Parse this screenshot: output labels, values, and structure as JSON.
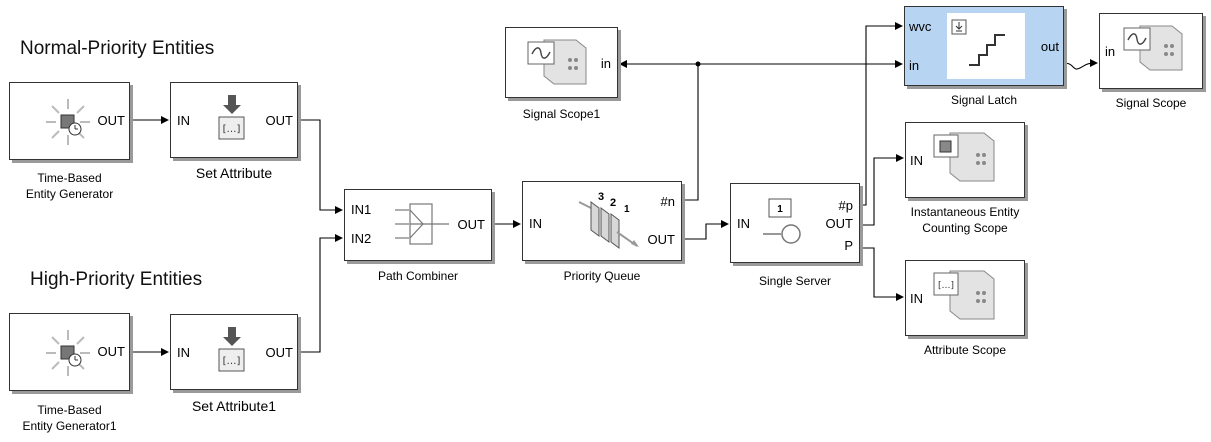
{
  "headings": {
    "normal": "Normal-Priority Entities",
    "high": "High-Priority Entities"
  },
  "blocks": {
    "gen1": {
      "label_line1": "Time-Based",
      "label_line2": "Entity Generator",
      "port_out": "OUT"
    },
    "gen2": {
      "label_line1": "Time-Based",
      "label_line2": "Entity Generator1",
      "port_out": "OUT"
    },
    "setattr": {
      "label": "Set Attribute",
      "port_in": "IN",
      "port_out": "OUT",
      "icon_text": "[…]"
    },
    "setattr1": {
      "label": "Set Attribute1",
      "port_in": "IN",
      "port_out": "OUT",
      "icon_text": "[…]"
    },
    "combiner": {
      "label": "Path Combiner",
      "port_in1": "IN1",
      "port_in2": "IN2",
      "port_out": "OUT"
    },
    "queue": {
      "label": "Priority Queue",
      "port_in": "IN",
      "port_n": "#n",
      "port_out": "OUT",
      "num3": "3",
      "num2": "2",
      "num1": "1"
    },
    "server": {
      "label": "Single Server",
      "port_in": "IN",
      "port_p": "#p",
      "port_out": "OUT",
      "port_pp": "P",
      "icon_num": "1"
    },
    "sigscope1": {
      "label": "Signal Scope1",
      "port_in": "in"
    },
    "latch": {
      "label": "Signal Latch",
      "port_wvc": "wvc",
      "port_in": "in",
      "port_out": "out"
    },
    "sigscope": {
      "label": "Signal Scope",
      "port_in": "in"
    },
    "instscope": {
      "label_line1": "Instantaneous Entity",
      "label_line2": "Counting Scope",
      "port_in": "IN"
    },
    "attrscope": {
      "label": "Attribute Scope",
      "port_in": "IN",
      "icon_text": "[…]"
    }
  },
  "colors": {
    "selected_block": "#b7d5f3",
    "block_border": "#333333",
    "shadow": "#9a9a9a"
  }
}
